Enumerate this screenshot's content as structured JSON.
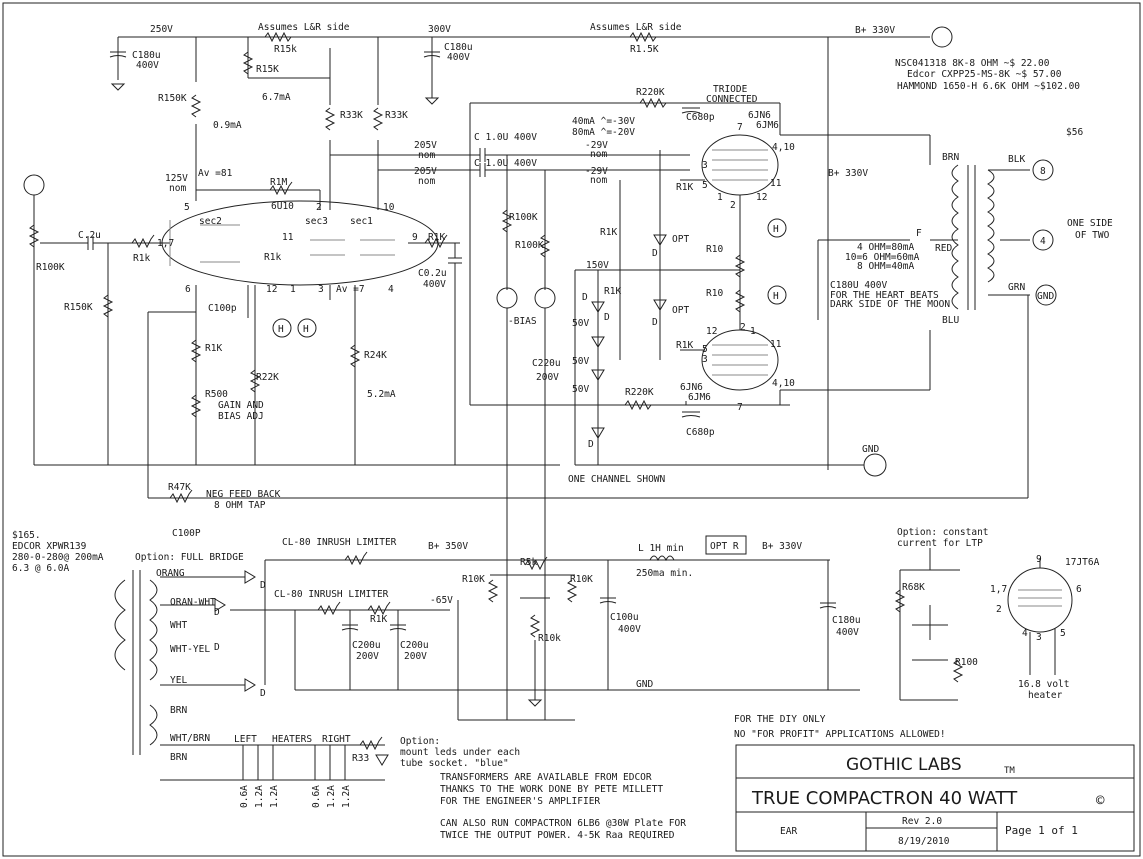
{
  "title_block": {
    "company": "GOTHIC LABS",
    "tm": "TM",
    "project": "TRUE COMPACTRON 40 WATT",
    "copyright": "©",
    "code": "EAR",
    "rev": "Rev 2.0",
    "date": "8/19/2010",
    "page": "Page 1 of 1"
  },
  "license": {
    "line1": "FOR THE DIY ONLY",
    "line2": "NO \"FOR PROFIT\" APPLICATIONS ALLOWED!"
  },
  "notes": {
    "transformers": [
      "TRANSFORMERS ARE AVAILABLE FROM EDCOR",
      "THANKS TO THE WORK DONE BY PETE MILLETT",
      "FOR THE ENGINEER'S AMPLIFIER"
    ],
    "alt": [
      "CAN ALSO RUN COMPACTRON 6LB6 @30W Plate FOR",
      "TWICE THE OUTPUT POWER.  4-5K Raa REQUIRED"
    ],
    "one_channel": "ONE CHANNEL SHOWN",
    "one_side": [
      "ONE SIDE",
      "OF TWO"
    ],
    "price56": "$56"
  },
  "output_transformers": [
    "NSC041318  8K-8 OHM  ~$ 22.00",
    "Edcor CXPP25-MS-8K   ~$ 57.00",
    "HAMMOND 1650-H 6.6K OHM  ~$102.00"
  ],
  "power_transformer": [
    "$165.",
    "EDCOR XPWR139",
    "280-0-280@ 200mA",
    "6.3 @ 6.0A"
  ],
  "labels": {
    "v250": "250V",
    "v300": "300V",
    "bplus330": "B+ 330V",
    "bplus330b": "B+ 330V",
    "bplus350": "B+ 350V",
    "bplus330c": "B+ 330V",
    "assumes1": "Assumes L&R side",
    "assumes2": "Assumes L&R side",
    "r15k_a": "R15k",
    "r15k_b": "R15K",
    "r1_5k": "R1.5K",
    "c180_a": [
      "C180u",
      "400V"
    ],
    "c180_b": [
      "C180u",
      "400V"
    ],
    "i67": "6.7mA",
    "r150k": "R150K",
    "i09": "0.9mA",
    "r33k_a": "R33K",
    "r33k_b": "R33K",
    "r220k_a": "R220K",
    "r220k_b": "R220K",
    "triode": [
      "TRIODE",
      "CONNECTED"
    ],
    "c680_a": "C680p",
    "c680_b": "C680p",
    "bias_note": [
      "40mA ^=-30V",
      "80mA ^=-20V"
    ],
    "tube_6jn6_a": [
      "6JN6",
      "6JM6"
    ],
    "tube_6jn6_b": [
      "6JN6",
      "6JM6"
    ],
    "pins410": "4,10",
    "pins410b": "4,10",
    "c1u_a": "C 1.0U 400V",
    "c1u_b": "C 1.0U 400V",
    "v29_a": "-29V",
    "v29_b": "-29V",
    "nom": "nom",
    "v205_a": "205V",
    "v205_b": "205V",
    "v125": "125V",
    "av81": "Av =81",
    "av7": "Av =7",
    "r1m": "R1M",
    "tube6u10": "6U10",
    "sec1": "sec1",
    "sec2": "sec2",
    "sec3": "sec3",
    "r1k": "R1K",
    "r1k_l": "R1k",
    "c02": "C.2u",
    "r100k": "R100K",
    "r150k_b": "R150K",
    "c100p": "C100p",
    "r1k_b": "R1K",
    "r500": "R500",
    "gain": [
      "GAIN AND",
      "BIAS ADJ"
    ],
    "r22k": "R22K",
    "r24k": "R24K",
    "i52": "5.2mA",
    "c02_400": [
      "C0.2u",
      "400V"
    ],
    "r100k_a": "R100K",
    "r100k_b": "R100K",
    "bias": "-BIAS",
    "c220": [
      "C220u",
      "200V"
    ],
    "v150": "150V",
    "v50a": "50V",
    "v50b": "50V",
    "v50c": "50V",
    "opt": "OPT",
    "r10": "R10",
    "h": "H",
    "d": "D",
    "c180_c": [
      "C180U 400V",
      "FOR THE HEART BEATS",
      "DARK SIDE OF THE MOON"
    ],
    "taps": [
      "4 OHM=80mA",
      "10=6 OHM=60mA",
      "8 OHM=40mA"
    ],
    "brn": "BRN",
    "red": "RED",
    "blu": "BLU",
    "blk": "BLK",
    "grn": "GRN",
    "gnd": "GND",
    "term8": "8",
    "term4": "4",
    "f": "F",
    "r47k": "R47K",
    "negfb": [
      "NEG FEED BACK",
      "8 OHM TAP"
    ],
    "c100pb": "C100P",
    "fullbridge": "Option: FULL BRIDGE",
    "cl80_a": "CL-80 INRUSH LIMITER",
    "cl80_b": "CL-80 INRUSH LIMITER",
    "v65": "-65V",
    "r10k_a": "R10K",
    "r10k_b": "R10K",
    "r5k": "R5k",
    "r10k_c": "R10k",
    "c200_a": [
      "C200u",
      "200V"
    ],
    "c200_b": [
      "C200u",
      "200V"
    ],
    "c100u": [
      "C100u",
      "400V"
    ],
    "choke": [
      "L 1H min",
      "250ma min."
    ],
    "optr": "OPT R",
    "orange": "ORANG",
    "orgwht": "ORAN-WHT",
    "wht": "WHT",
    "whtyel": "WHT-YEL",
    "yel": "YEL",
    "brn2": "BRN",
    "whtbrn": "WHT/BRN",
    "brn3": "BRN",
    "heaters": [
      "LEFT",
      "HEATERS",
      "RIGHT"
    ],
    "r33": "R33",
    "led_note": [
      "Option:",
      "mount leds under each",
      "tube socket. \"blue\""
    ],
    "fuses": [
      "0.6A",
      "1.2A",
      "1.2A",
      "0.6A",
      "1.2A",
      "1.2A"
    ],
    "ltp": [
      "Option: constant",
      "current for LTP"
    ],
    "r68k": "R68K",
    "r100": "R100",
    "tube17": "17JT6A",
    "heater": [
      "16.8 volt",
      "heater"
    ],
    "pins": [
      "1,7",
      "2",
      "6",
      "9",
      "4",
      "3",
      "5",
      "7",
      "5",
      "3",
      "11",
      "1",
      "2",
      "12",
      "12",
      "3",
      "4",
      "11",
      "5",
      "2",
      "1",
      "9",
      "10",
      "8",
      "6",
      "2",
      "3",
      "12",
      "1"
    ]
  }
}
